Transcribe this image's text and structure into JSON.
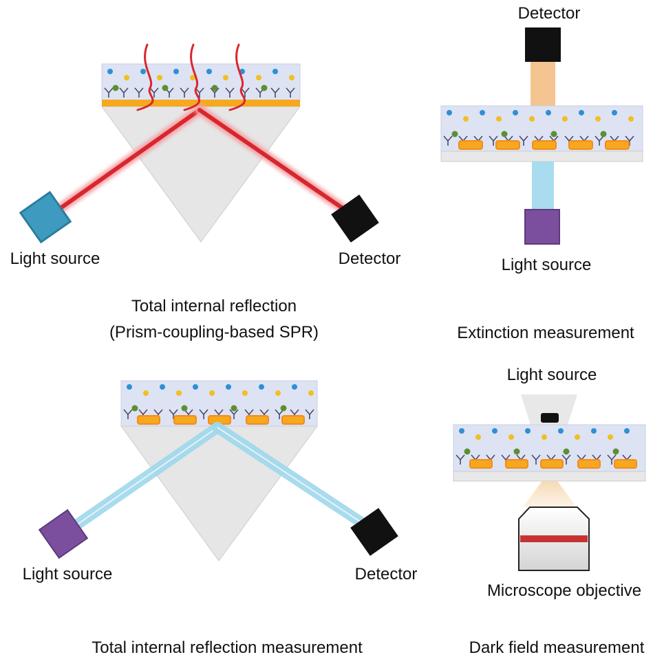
{
  "panels": {
    "top_left": {
      "source_label": "Light source",
      "detector_label": "Detector",
      "caption_line1": "Total internal reflection",
      "caption_line2": "(Prism-coupling-based SPR)"
    },
    "top_right": {
      "detector_label": "Detector",
      "source_label": "Light source",
      "caption": "Extinction measurement"
    },
    "bottom_left": {
      "source_label": "Light source",
      "detector_label": "Detector",
      "caption": "Total internal reflection measurement"
    },
    "bottom_right": {
      "source_label": "Light source",
      "objective_label": "Microscope objective",
      "caption": "Dark field measurement"
    }
  },
  "colors": {
    "prism": "#e6e6e6",
    "substrate": "#dde3f3",
    "gold": "#f6a81e",
    "red_beam": "#d9262e",
    "blue_beam": "#9fd8ec",
    "orange_beam": "#f2bb7d",
    "cyan_source": "#3e9bbf",
    "purple_source": "#7b4f9d",
    "detector": "#111111",
    "analyte_blue": "#2f8fd6",
    "analyte_yellow": "#f0c021",
    "analyte_green": "#5d8f32"
  }
}
